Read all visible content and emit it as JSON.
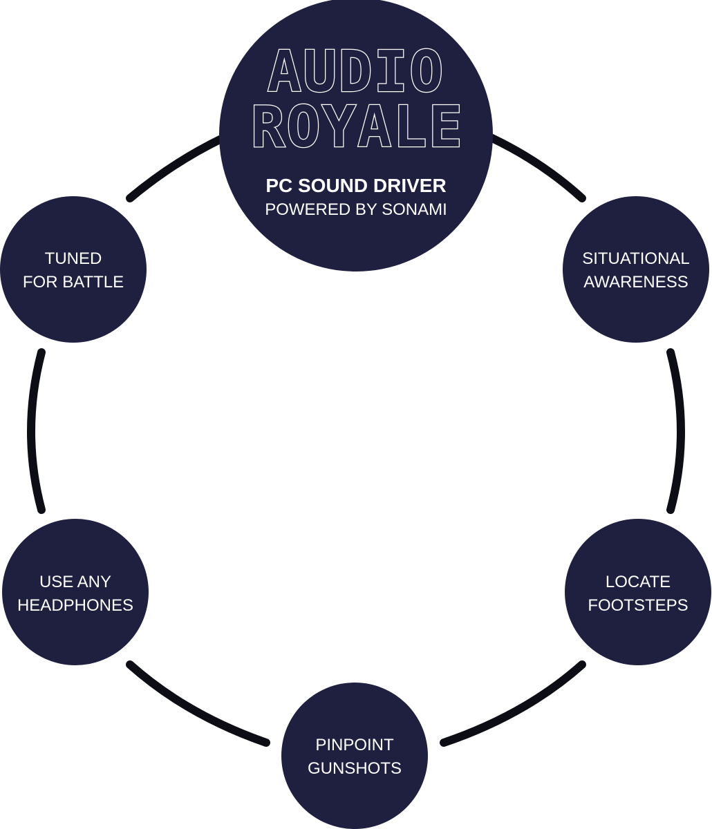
{
  "center": {
    "title_line_1": "AUDIO",
    "title_line_2": "ROYALE",
    "subtitle": "PC SOUND DRIVER",
    "tagline": "POWERED BY SONAMI"
  },
  "features": [
    {
      "line_1": "TUNED",
      "line_2": "FOR BATTLE"
    },
    {
      "line_1": "SITUATIONAL",
      "line_2": "AWARENESS"
    },
    {
      "line_1": "USE ANY",
      "line_2": "HEADPHONES"
    },
    {
      "line_1": "LOCATE",
      "line_2": "FOOTSTEPS"
    },
    {
      "line_1": "PINPOINT",
      "line_2": "GUNSHOTS"
    }
  ],
  "colors": {
    "node_fill": "#1f1f40",
    "ring_stroke": "#0d0d16",
    "text": "#ffffff"
  }
}
